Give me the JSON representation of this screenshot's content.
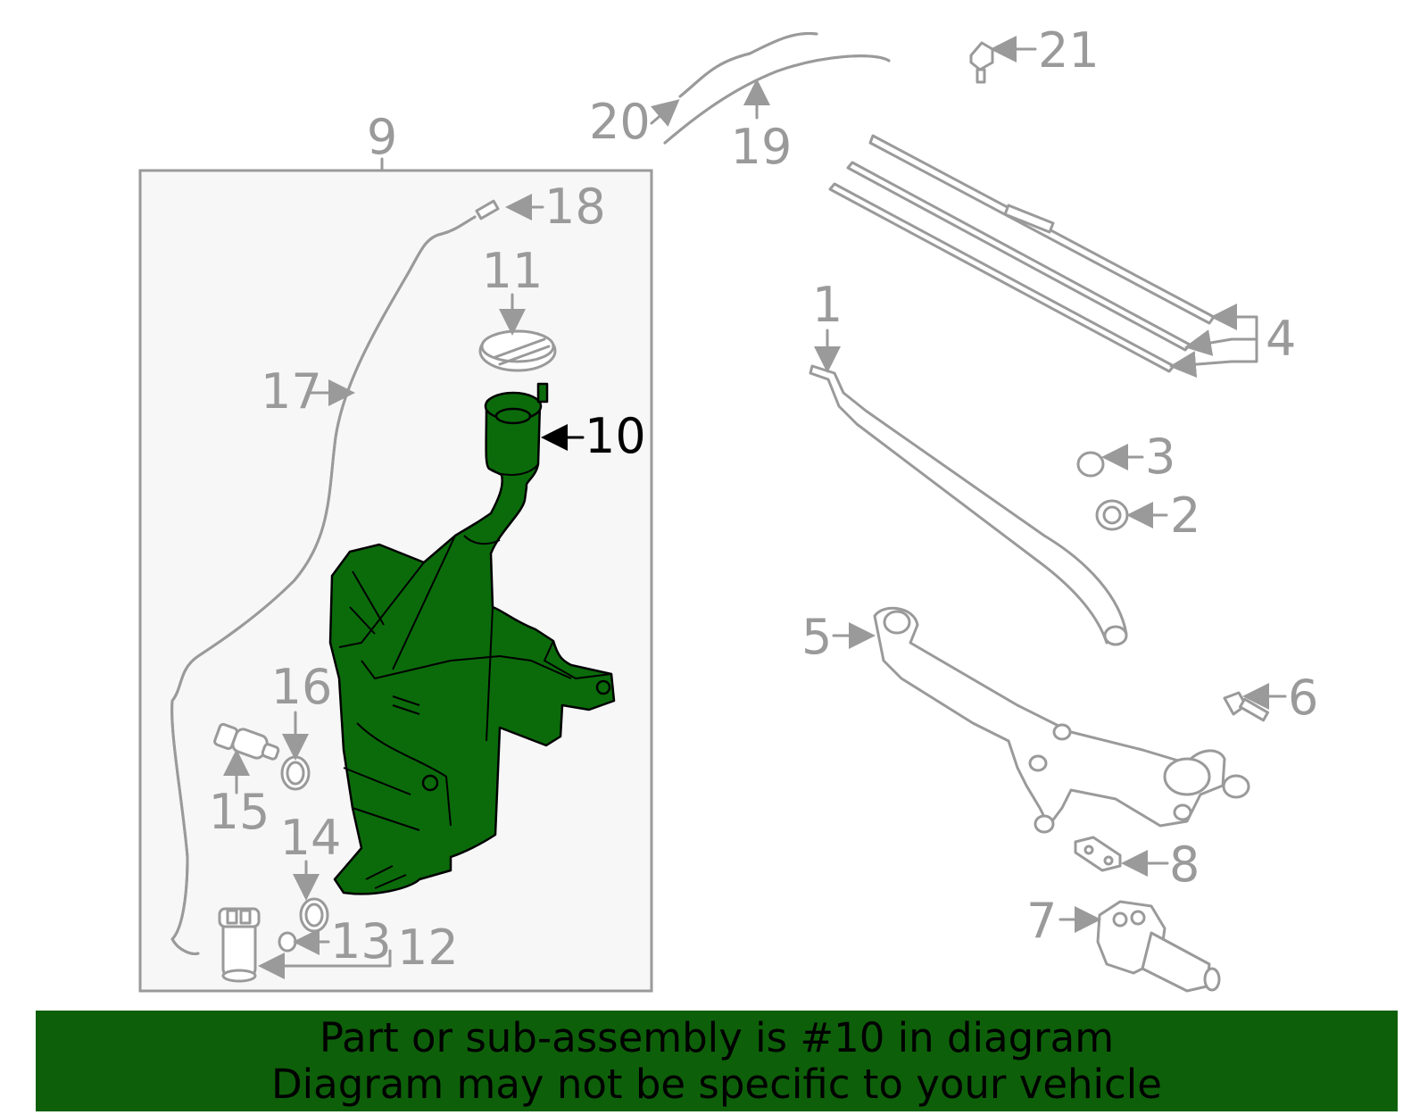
{
  "callouts": {
    "c1": "1",
    "c2": "2",
    "c3": "3",
    "c4": "4",
    "c5": "5",
    "c6": "6",
    "c7": "7",
    "c8": "8",
    "c9": "9",
    "c10": "10",
    "c11": "11",
    "c12": "12",
    "c13": "13",
    "c14": "14",
    "c15": "15",
    "c16": "16",
    "c17": "17",
    "c18": "18",
    "c19": "19",
    "c20": "20",
    "c21": "21"
  },
  "highlighted_part": "10",
  "colors": {
    "highlight": "#0b6b0b",
    "banner": "#0e5f0a",
    "line": "#9a9a9a"
  },
  "banner": {
    "line1": "Part or sub-assembly is #10 in diagram",
    "line2": "Diagram may not be specific to your vehicle"
  }
}
